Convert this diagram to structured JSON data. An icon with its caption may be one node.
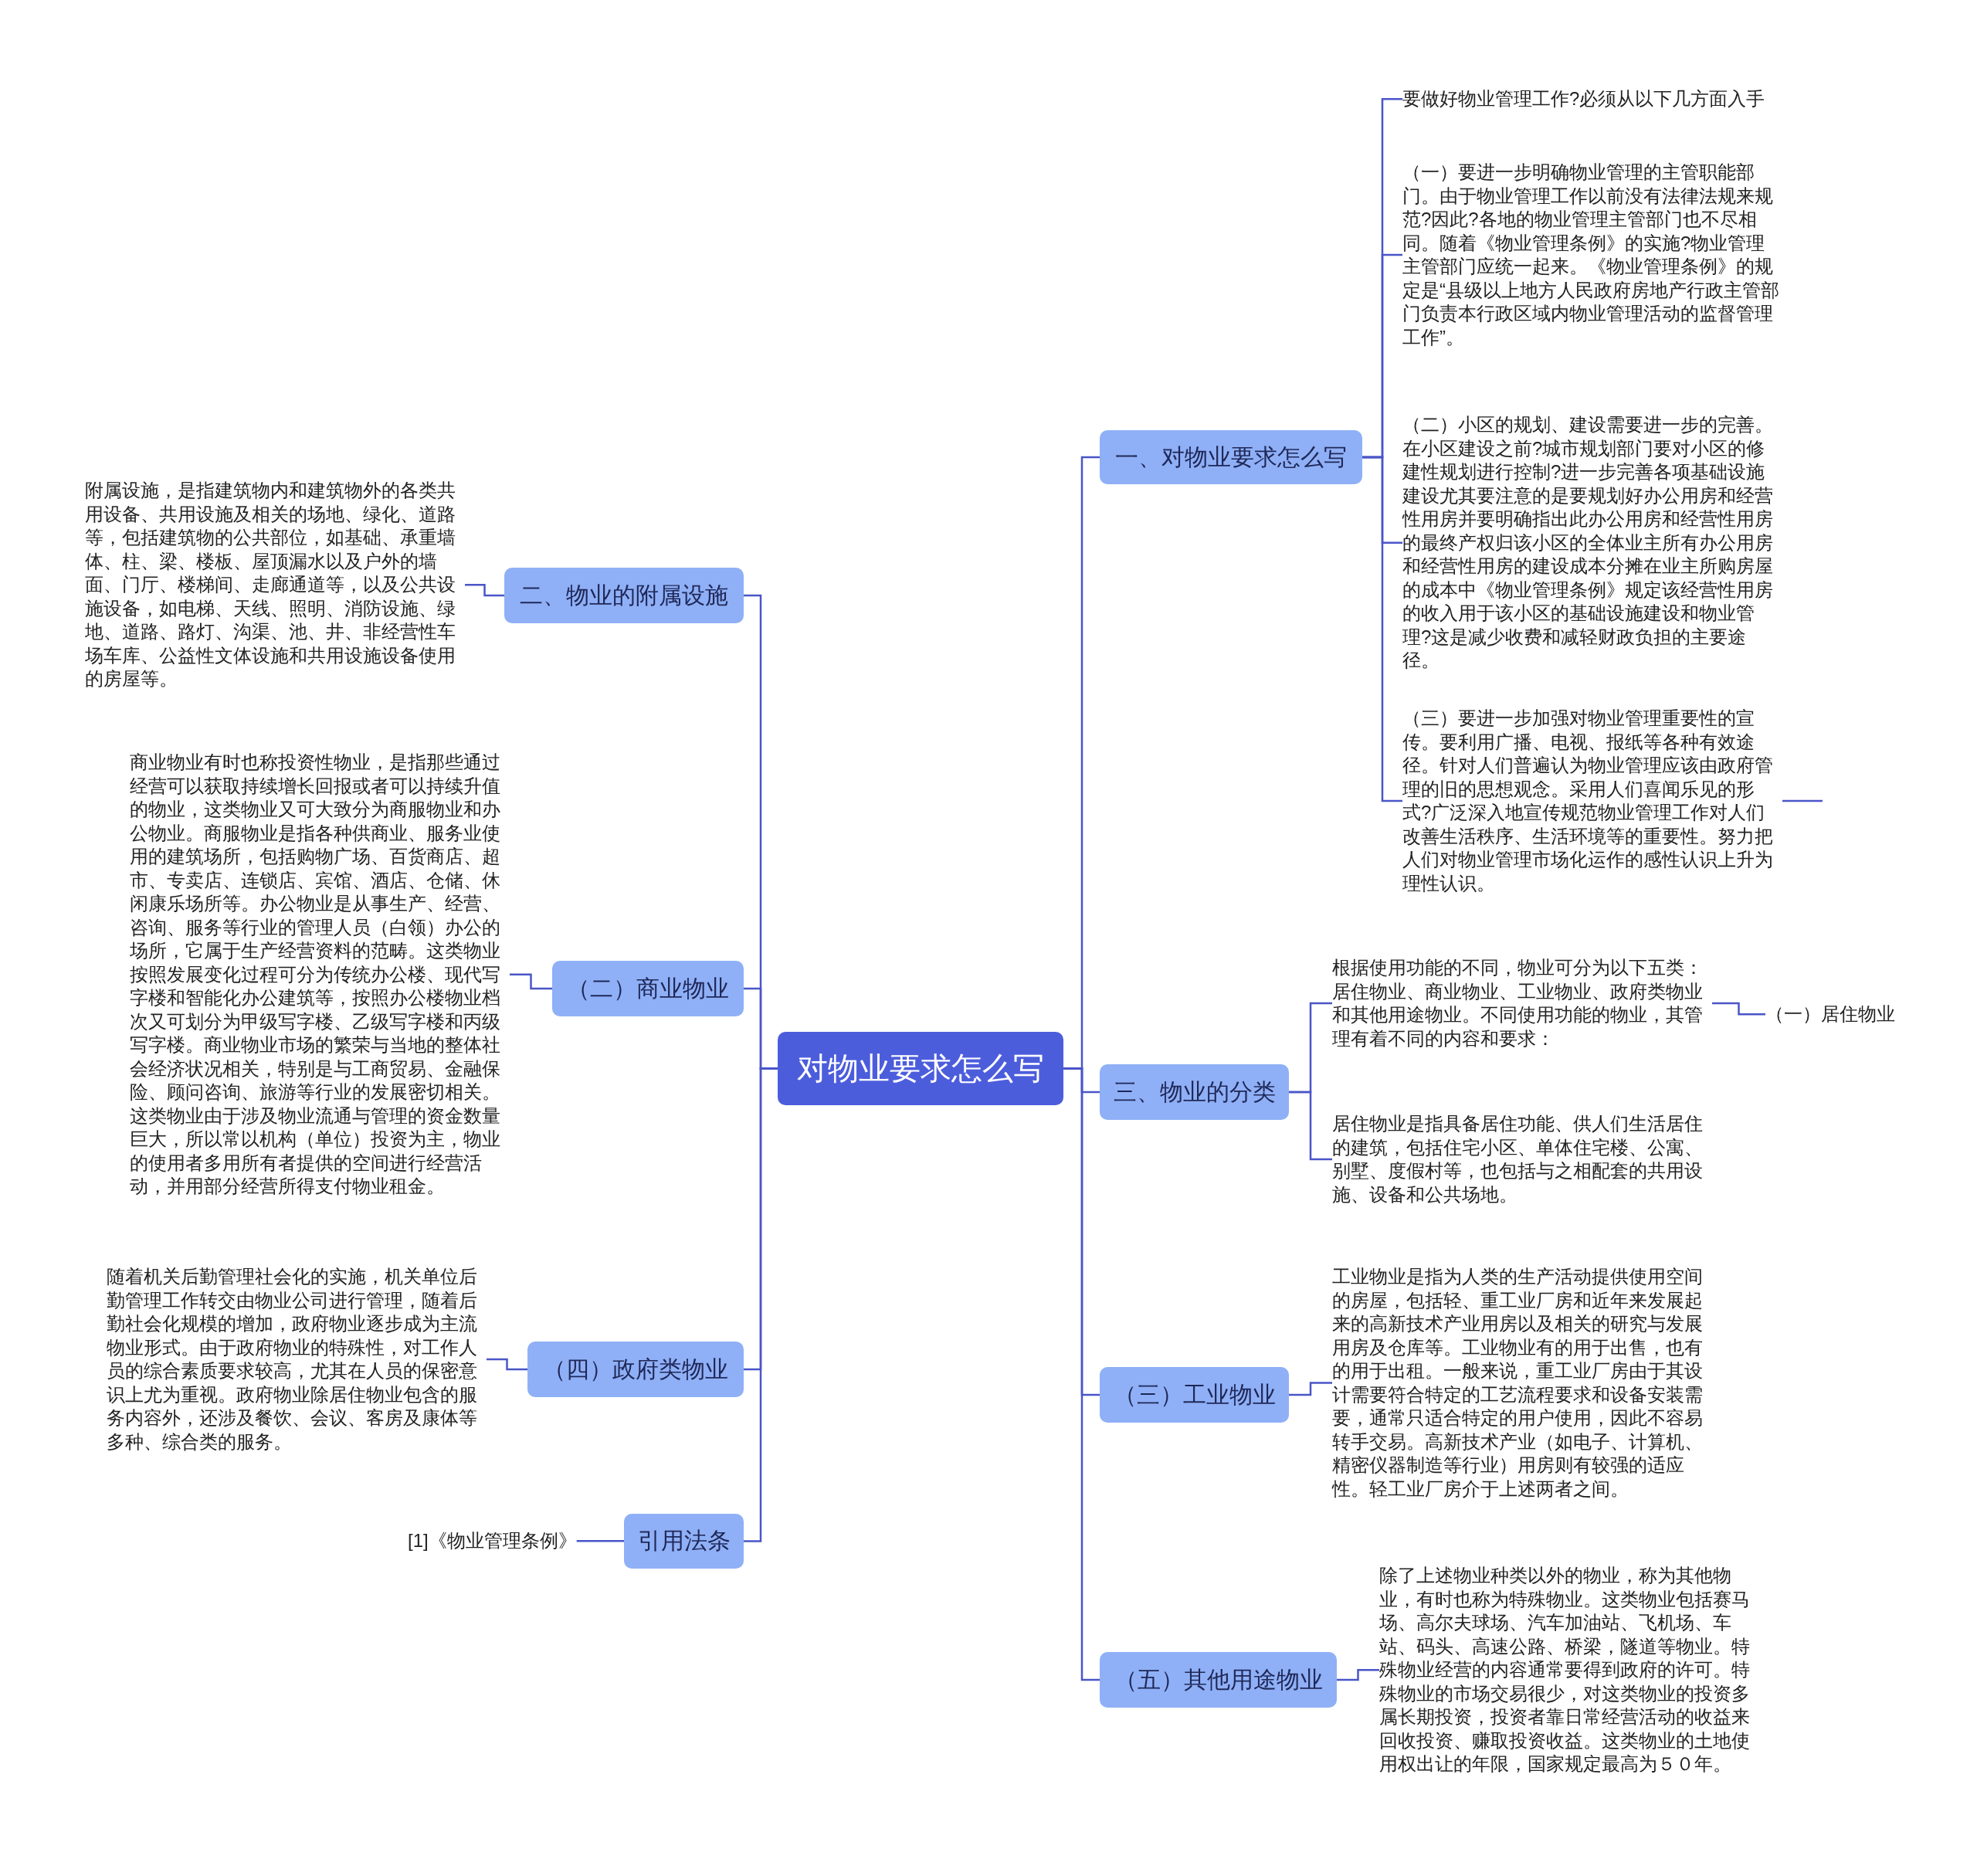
{
  "diagram": {
    "nodes": [
      {
        "text": [
          "对物业要求怎么写"
        ]
      },
      {
        "text": [
          "一、对物业要求怎么写"
        ]
      },
      {
        "text": [
          "要做好物业管理工作?必须从以下几方面入手"
        ]
      },
      {
        "text": [
          "（一）要进一步明确物业管理的主管职能部门。由于物业管理工作以前没有法律法规来规范?因此?各地的物业管理主管部门也不尽相同。随着《物业管理条例》的实施?物业管理主管部门应统一起来。《物业管理条例》的规定是“县级以上地方人民政府房地产行政主管部门负责本行政区域内物业管理活动的监督管理工作”。"
        ]
      },
      {
        "text": [
          "（二）小区的规划、建设需要进一步的完善。在小区建设之前?城市规划部门要对小区的修建性规划进行控制?进一步完善各项基础设施建设尤其要注意的是要规划好办公用房和经营性用房并要明确指出此办公用房和经营性用房的最终产权归该小区的全体业主所有办公用房和经营性用房的建设成本分摊在业主所购房屋的成本中《物业管理条例》规定该经营性用房的收入用于该小区的基础设施建设和物业管理?这是减少收费和减轻财政负担的主要途径。"
        ]
      },
      {
        "text": [
          "（三）要进一步加强对物业管理重要性的宣传。要利用广播、电视、报纸等各种有效途径。针对人们普遍认为物业管理应该由政府管理的旧的思想观念。采用人们喜闻乐见的形式?广泛深入地宣传规范物业管理工作对人们改善生活秩序、生活环境等的重要性。努力把人们对物业管理市场化运作的感性认识上升为理性认识。"
        ]
      },
      {
        "text": [
          "二、物业的附属设施"
        ]
      },
      {
        "text": [
          "附属设施，是指建筑物内和建筑物外的各类共用设备、共用设施及相关的场地、绿化、道路等，包括建筑物的公共部位，如基础、承重墙体、柱、梁、楼板、屋顶漏水以及户外的墙面、门厅、楼梯间、走廊通道等，以及公共设施设备，如电梯、天线、照明、消防设施、绿地、道路、路灯、沟渠、池、井、非经营性车场车库、公益性文体设施和共用设施设备使用的房屋等。"
        ]
      },
      {
        "text": [
          "（二）商业物业"
        ]
      },
      {
        "text": [
          "商业物业有时也称投资性物业，是指那些通过经营可以获取持续增长回报或者可以持续升值的物业，这类物业又可大致分为商服物业和办公物业。商服物业是指各种供商业、服务业使用的建筑场所，包括购物广场、百货商店、超市、专卖店、连锁店、宾馆、酒店、仓储、休闲康乐场所等。办公物业是从事生产、经营、咨询、服务等行业的管理人员（白领）办公的场所，它属于生产经营资料的范畴。这类物业按照发展变化过程可分为传统办公楼、现代写字楼和智能化办公建筑等，按照办公楼物业档次又可划分为甲级写字楼、乙级写字楼和丙级写字楼。商业物业市场的繁荣与当地的整体社会经济状况相关，特别是与工商贸易、金融保险、顾问咨询、旅游等行业的发展密切相关。这类物业由于涉及物业流通与管理的资金数量巨大，所以常以机构（单位）投资为主，物业的使用者多用所有者提供的空间进行经营活动，并用部分经营所得支付物业租金。"
        ]
      },
      {
        "text": [
          "（四）政府类物业"
        ]
      },
      {
        "text": [
          "随着机关后勤管理社会化的实施，机关单位后勤管理工作转交由物业公司进行管理，随着后勤社会化规模的增加，政府物业逐步成为主流物业形式。由于政府物业的特殊性，对工作人员的综合素质要求较高，尤其在人员的保密意识上尤为重视。政府物业除居住物业包含的服务内容外，还涉及餐饮、会议、客房及康体等多种、综合类的服务。"
        ]
      },
      {
        "text": [
          "引用法条"
        ]
      },
      {
        "text": [
          "[1]《物业管理条例》"
        ]
      },
      {
        "text": [
          "三、物业的分类"
        ]
      },
      {
        "text": [
          "根据使用功能的不同，物业可分为以下五类：居住物业、商业物业、工业物业、政府类物业和其他用途物业。不同使用功能的物业，其管理有着不同的内容和要求："
        ]
      },
      {
        "text": [
          "（一）居住物业"
        ]
      },
      {
        "text": [
          "居住物业是指具备居住功能、供人们生活居住的建筑，包括住宅小区、单体住宅楼、公寓、别墅、度假村等，也包括与之相配套的共用设施、设备和公共场地。"
        ]
      },
      {
        "text": [
          "（三）工业物业"
        ]
      },
      {
        "text": [
          "工业物业是指为人类的生产活动提供使用空间的房屋，包括轻、重工业厂房和近年来发展起来的高新技术产业用房以及相关的研究与发展用房及仓库等。工业物业有的用于出售，也有的用于出租。一般来说，重工业厂房由于其设计需要符合特定的工艺流程要求和设备安装需要，通常只适合特定的用户使用，因此不容易转手交易。高新技术产业（如电子、计算机、精密仪器制造等行业）用房则有较强的适应性。轻工业厂房介于上述两者之间。"
        ]
      },
      {
        "text": [
          "（五）其他用途物业"
        ]
      },
      {
        "text": [
          "除了上述物业种类以外的物业，称为其他物业，有时也称为特殊物业。这类物业包括赛马场、高尔夫球场、汽车加油站、飞机场、车站、码头、高速公路、桥梁，隧道等物业。特殊物业经营的内容通常要得到政府的许可。特殊物业的市场交易很少，对这类物业的投资多属长期投资，投资者靠日常经营活动的收益来回收投资、赚取投资收益。这类物业的土地使用权出让的年限，国家规定最高为５０年。"
        ]
      }
    ],
    "edges": [
      {
        "from": 0,
        "to": 1,
        "arrow": "none"
      },
      {
        "from": 0,
        "to": 6,
        "arrow": "none"
      },
      {
        "from": 0,
        "to": 8,
        "arrow": "none"
      },
      {
        "from": 0,
        "to": 10,
        "arrow": "none"
      },
      {
        "from": 0,
        "to": 12,
        "arrow": "none"
      },
      {
        "from": 0,
        "to": 14,
        "arrow": "none"
      },
      {
        "from": 0,
        "to": 18,
        "arrow": "none"
      },
      {
        "from": 0,
        "to": 20,
        "arrow": "none"
      },
      {
        "from": 1,
        "to": 2,
        "arrow": "none"
      },
      {
        "from": 1,
        "to": 3,
        "arrow": "none"
      },
      {
        "from": 1,
        "to": 4,
        "arrow": "none"
      },
      {
        "from": 1,
        "to": 5,
        "arrow": "none"
      },
      {
        "from": 5,
        "to": null,
        "arrow": "none"
      },
      {
        "from": 6,
        "to": 7,
        "arrow": "none"
      },
      {
        "from": 8,
        "to": 9,
        "arrow": "none"
      },
      {
        "from": 10,
        "to": 11,
        "arrow": "none"
      },
      {
        "from": 12,
        "to": 13,
        "arrow": "none"
      },
      {
        "from": 14,
        "to": 15,
        "arrow": "none"
      },
      {
        "from": 14,
        "to": 17,
        "arrow": "none"
      },
      {
        "from": 15,
        "to": 16,
        "arrow": "none"
      },
      {
        "from": 18,
        "to": 19,
        "arrow": "none"
      },
      {
        "from": 20,
        "to": 21,
        "arrow": "none"
      }
    ]
  }
}
